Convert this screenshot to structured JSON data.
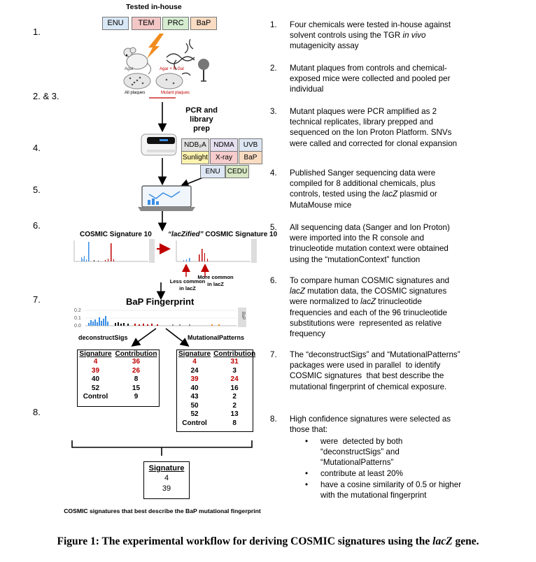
{
  "header": {
    "tested_label": "Tested in-house"
  },
  "chemicals_tested": [
    {
      "label": "ENU",
      "color": "#d9e8f6"
    },
    {
      "label": "TEM",
      "color": "#f4c7c7"
    },
    {
      "label": "PRC",
      "color": "#d5ecd0"
    },
    {
      "label": "BaP",
      "color": "#f9dcc2"
    }
  ],
  "step_labels": [
    "1.",
    "2. & 3.",
    "4.",
    "5.",
    "6.",
    "7.",
    "8."
  ],
  "plates": {
    "agar_label": "Agar",
    "agar_psgal_label": "Agar + P-Gal",
    "all_plaques": "All plaques",
    "mutant_plaques": "Mutant plaques"
  },
  "pcr_label": [
    "PCR and",
    "library prep"
  ],
  "published_chemicals": [
    {
      "label": "NDB₂A",
      "color": "#e2e2e2"
    },
    {
      "label": "NDMA",
      "color": "#e5dff0"
    },
    {
      "label": "UVB",
      "color": "#dde7f3"
    },
    {
      "label": "Sunlight",
      "color": "#fff3b0"
    },
    {
      "label": "X-ray",
      "color": "#f6cccc"
    },
    {
      "label": "BaP",
      "color": "#f9dcc2"
    },
    {
      "label": "ENU",
      "color": "#dde7f3"
    },
    {
      "label": "CEDU",
      "color": "#d6e6c3"
    }
  ],
  "step6": {
    "left_title": "COSMIC Signature 10",
    "right_title_italic": "“lacZified”",
    "right_title_rest": " COSMIC Signature 10",
    "less_common": [
      "Less common",
      "in lacZ"
    ],
    "more_common": [
      "More common",
      "in lacZ"
    ]
  },
  "fingerprint": {
    "title": "BaP Fingerprint",
    "y_ticks": [
      "0.2",
      "0.1",
      "0.0"
    ],
    "side_label": "BaP"
  },
  "methods": {
    "left": "deconstructSigs",
    "right": "MutationalPatterns"
  },
  "table_left": {
    "headers": [
      "Signature",
      "Contribution"
    ],
    "rows": [
      {
        "sig": "4",
        "val": "36",
        "color": "#c00000"
      },
      {
        "sig": "39",
        "val": "26",
        "color": "#c00000"
      },
      {
        "sig": "40",
        "val": "8",
        "color": "#000000"
      },
      {
        "sig": "52",
        "val": "15",
        "color": "#000000"
      },
      {
        "sig": "Control",
        "val": "9",
        "color": "#000000"
      }
    ]
  },
  "table_right": {
    "headers": [
      "Signature",
      "Contribution"
    ],
    "rows": [
      {
        "sig": "4",
        "val": "31",
        "color": "#c00000"
      },
      {
        "sig": "24",
        "val": "3",
        "color": "#000000"
      },
      {
        "sig": "39",
        "val": "24",
        "color": "#c00000"
      },
      {
        "sig": "40",
        "val": "16",
        "color": "#000000"
      },
      {
        "sig": "43",
        "val": "2",
        "color": "#000000"
      },
      {
        "sig": "50",
        "val": "2",
        "color": "#000000"
      },
      {
        "sig": "52",
        "val": "13",
        "color": "#000000"
      },
      {
        "sig": "Control",
        "val": "8",
        "color": "#000000"
      }
    ]
  },
  "final_table": {
    "header": "Signature",
    "rows": [
      "4",
      "39"
    ]
  },
  "final_caption": "COSMIC signatures that best describe the BaP mutational fingerprint",
  "descriptions": [
    {
      "num": "1.",
      "html": "Four chemicals were tested in-house against solvent controls using the TGR <i>in vivo</i> mutagenicity assay"
    },
    {
      "num": "2.",
      "html": "Mutant plaques from controls and chemical-exposed mice were collected and pooled per individual"
    },
    {
      "num": "3.",
      "html": "Mutant plaques were PCR amplified as 2 technical replicates, library prepped and sequenced on the Ion Proton Platform. SNVs were called and corrected for clonal expansion"
    },
    {
      "num": "4.",
      "html": "Published Sanger sequencing data were compiled for 8 additional chemicals, plus controls, tested using the <i>lacZ</i> plasmid or MutaMouse mice"
    },
    {
      "num": "5.",
      "html": "All sequencing data (Sanger and Ion Proton) were imported into the R console and trinucleotide mutation context were obtained using the “mutationContext” function"
    },
    {
      "num": "6.",
      "html": "To compare human COSMIC signatures and <i>lacZ</i> mutation data, the COSMIC signatures were normalized to <i>lacZ</i> trinucleotide frequencies and each of the 96 trinucleotide substitutions were &nbsp;represented as relative frequency"
    },
    {
      "num": "7.",
      "html": "The “deconstructSigs” and “MutationalPatterns” packages were used in parallel &nbsp;to identify COSMIC signatures &nbsp;that best describe the mutational fingerprint of chemical exposure."
    },
    {
      "num": "8.",
      "html": "High confidence signatures were selected as those that:"
    }
  ],
  "bullets": [
    "were &nbsp;detected by both “deconstructSigs” and “MutationalPatterns”",
    "contribute at least 20%",
    "have a cosine similarity of 0.5 or higher with the mutational fingerprint"
  ],
  "bullet_symbol": "•",
  "figure_caption": {
    "prefix": "Figure 1: The experimental workflow for deriving COSMIC signatures using the ",
    "italic": "lacZ",
    "suffix": " gene."
  }
}
